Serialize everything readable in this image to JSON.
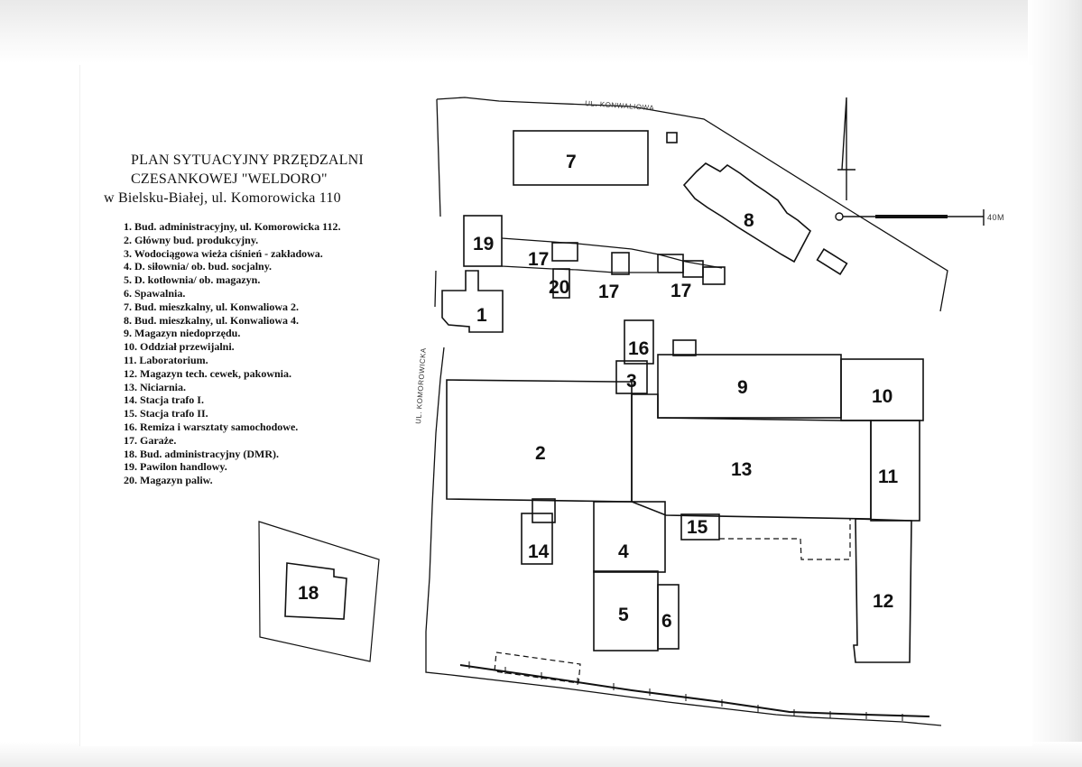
{
  "title": {
    "line1": "PLAN SYTUACYJNY PRZĘDZALNI",
    "line2": "CZESANKOWEJ \"WELDORO\"",
    "line3": "w Bielsku-Białej, ul. Komorowicka 110"
  },
  "legend": [
    "1. Bud. administracyjny, ul. Komorowicka 112.",
    "2. Główny bud. produkcyjny.",
    "3. Wodociągowa wieża ciśnień - zakładowa.",
    "4. D. siłownia/ ob. bud. socjalny.",
    "5. D. kotłownia/ ob. magazyn.",
    "6. Spawalnia.",
    "7. Bud. mieszkalny, ul. Konwaliowa 2.",
    "8. Bud. mieszkalny, ul. Konwaliowa 4.",
    "9. Magazyn niedoprzędu.",
    "10. Oddział przewijalni.",
    "11. Laboratorium.",
    "12. Magazyn tech. cewek, pakownia.",
    "13. Niciarnia.",
    "14. Stacja trafo I.",
    "15. Stacja trafo II.",
    "16. Remiza i warsztaty samochodowe.",
    "17. Garaże.",
    "18. Bud. administracyjny (DMR).",
    "19. Pawilon handlowy.",
    "20. Magazyn paliw."
  ],
  "streets": {
    "north": "UL. KONWALIOWA",
    "west": "UL. KOMOROWICKA"
  },
  "scale_label": "40M",
  "buildings": {
    "b1": "1",
    "b2": "2",
    "b3": "3",
    "b4": "4",
    "b5": "5",
    "b6": "6",
    "b7": "7",
    "b8": "8",
    "b9": "9",
    "b10": "10",
    "b11": "11",
    "b12": "12",
    "b13": "13",
    "b14": "14",
    "b15": "15",
    "b16": "16",
    "b17a": "17",
    "b17b": "17",
    "b17c": "17",
    "b18": "18",
    "b19": "19",
    "b20": "20"
  }
}
